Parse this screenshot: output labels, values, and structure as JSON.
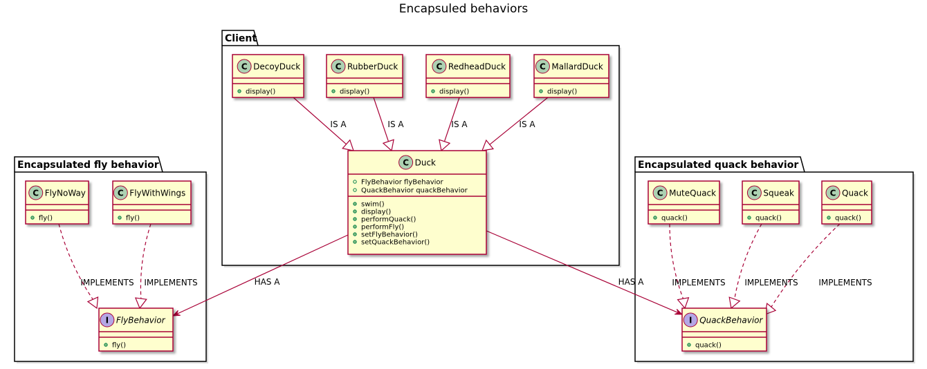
{
  "title": "Encapsuled behaviors",
  "colors": {
    "class_fill": "#FEFECE",
    "class_border": "#A80036",
    "class_circle": "#ADD1B2",
    "interface_circle": "#B4A7E5",
    "edge": "#A80036",
    "package_border": "#000000"
  },
  "packages": {
    "client": {
      "label": "Client"
    },
    "fly": {
      "label": "Encapsulated fly behavior"
    },
    "quack": {
      "label": "Encapsulated quack behavior"
    }
  },
  "classes": {
    "decoy_duck": {
      "name": "DecoyDuck",
      "kind": "class",
      "methods": [
        "display()"
      ]
    },
    "rubber_duck": {
      "name": "RubberDuck",
      "kind": "class",
      "methods": [
        "display()"
      ]
    },
    "redhead_duck": {
      "name": "RedheadDuck",
      "kind": "class",
      "methods": [
        "display()"
      ]
    },
    "mallard_duck": {
      "name": "MallardDuck",
      "kind": "class",
      "methods": [
        "display()"
      ]
    },
    "duck": {
      "name": "Duck",
      "kind": "class",
      "fields": [
        "FlyBehavior flyBehavior",
        "QuackBehavior quackBehavior"
      ],
      "methods": [
        "swim()",
        "display()",
        "performQuack()",
        "performFly()",
        "setFlyBehavior()",
        "setQuackBehavior()"
      ]
    },
    "fly_no_way": {
      "name": "FlyNoWay",
      "kind": "class",
      "methods": [
        "fly()"
      ]
    },
    "fly_with_wings": {
      "name": "FlyWithWings",
      "kind": "class",
      "methods": [
        "fly()"
      ]
    },
    "fly_behavior": {
      "name": "FlyBehavior",
      "kind": "interface",
      "methods": [
        "fly()"
      ]
    },
    "mute_quack": {
      "name": "MuteQuack",
      "kind": "class",
      "methods": [
        "quack()"
      ]
    },
    "squeak": {
      "name": "Squeak",
      "kind": "class",
      "methods": [
        "quack()"
      ]
    },
    "quack": {
      "name": "Quack",
      "kind": "class",
      "methods": [
        "quack()"
      ]
    },
    "quack_behavior": {
      "name": "QuackBehavior",
      "kind": "interface",
      "methods": [
        "quack()"
      ]
    }
  },
  "relations": [
    {
      "from": "decoy_duck",
      "to": "duck",
      "type": "extends",
      "label": "IS A"
    },
    {
      "from": "rubber_duck",
      "to": "duck",
      "type": "extends",
      "label": "IS A"
    },
    {
      "from": "redhead_duck",
      "to": "duck",
      "type": "extends",
      "label": "IS A"
    },
    {
      "from": "mallard_duck",
      "to": "duck",
      "type": "extends",
      "label": "IS A"
    },
    {
      "from": "duck",
      "to": "fly_behavior",
      "type": "association",
      "label": "HAS A"
    },
    {
      "from": "duck",
      "to": "quack_behavior",
      "type": "association",
      "label": "HAS A"
    },
    {
      "from": "fly_no_way",
      "to": "fly_behavior",
      "type": "implements",
      "label": "IMPLEMENTS"
    },
    {
      "from": "fly_with_wings",
      "to": "fly_behavior",
      "type": "implements",
      "label": "IMPLEMENTS"
    },
    {
      "from": "mute_quack",
      "to": "quack_behavior",
      "type": "implements",
      "label": "IMPLEMENTS"
    },
    {
      "from": "squeak",
      "to": "quack_behavior",
      "type": "implements",
      "label": "IMPLEMENTS"
    },
    {
      "from": "quack",
      "to": "quack_behavior",
      "type": "implements",
      "label": "IMPLEMENTS"
    }
  ]
}
